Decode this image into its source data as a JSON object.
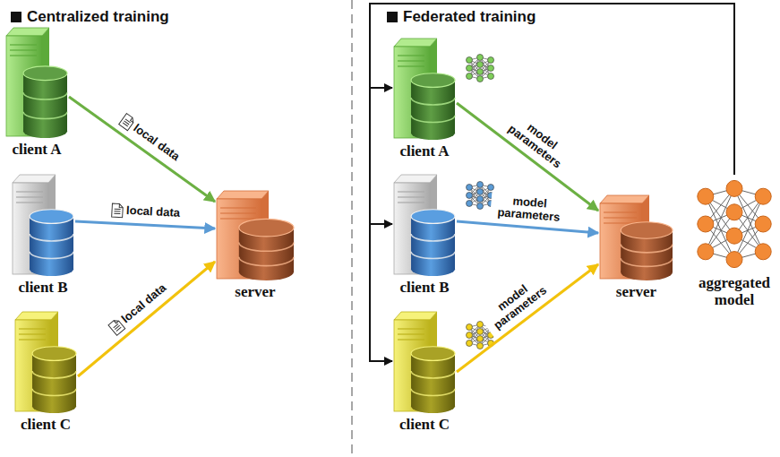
{
  "diagram": {
    "nodes": [
      {
        "text": [
          "client A"
        ]
      },
      {
        "text": [
          "client B"
        ]
      },
      {
        "text": [
          "client C"
        ]
      },
      {
        "text": [
          "server"
        ]
      },
      {
        "text": [
          "client A"
        ]
      },
      {
        "text": [
          "client B"
        ]
      },
      {
        "text": [
          "client C"
        ]
      },
      {
        "text": [
          "server"
        ]
      },
      {
        "text": [
          "aggregated model"
        ]
      }
    ],
    "edges": [
      {
        "from": 0,
        "to": 3,
        "label": "local data",
        "arrow": "to"
      },
      {
        "from": 1,
        "to": 3,
        "label": "local data",
        "arrow": "to"
      },
      {
        "from": 2,
        "to": 3,
        "label": "local data",
        "arrow": "to"
      },
      {
        "from": 4,
        "to": 7,
        "label": "model parameters",
        "arrow": "to"
      },
      {
        "from": 5,
        "to": 7,
        "label": "model parameters",
        "arrow": "to"
      },
      {
        "from": 6,
        "to": 7,
        "label": "model parameters",
        "arrow": "to"
      },
      {
        "from": 8,
        "to": 4,
        "arrow": "to"
      },
      {
        "from": 8,
        "to": 5,
        "arrow": "to"
      },
      {
        "from": 8,
        "to": 6,
        "arrow": "to"
      }
    ],
    "labels": [
      "Centralized training",
      "Federated training"
    ]
  }
}
